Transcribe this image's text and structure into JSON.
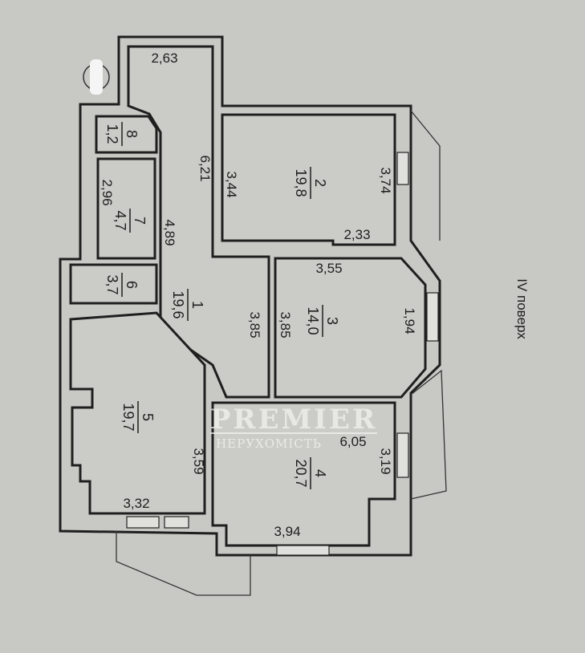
{
  "floor_label": "IV поверх",
  "watermark": {
    "brand": "PREMIER",
    "subtitle": "НЕРУХОМІСТЬ"
  },
  "rooms": [
    {
      "number": "1",
      "area": "19,6"
    },
    {
      "number": "2",
      "area": "19,8"
    },
    {
      "number": "3",
      "area": "14,0"
    },
    {
      "number": "4",
      "area": "20,7"
    },
    {
      "number": "5",
      "area": "19,7"
    },
    {
      "number": "6",
      "area": "3,7"
    },
    {
      "number": "7",
      "area": "4,7"
    },
    {
      "number": "8",
      "area": "1,2"
    }
  ],
  "dimensions": [
    "2,63",
    "6,21",
    "3,44",
    "3,74",
    "2,33",
    "3,55",
    "1,94",
    "2,96",
    "4,89",
    "3,85",
    "3,85",
    "6,05",
    "3,19",
    "3,59",
    "3,32",
    "3,94"
  ]
}
